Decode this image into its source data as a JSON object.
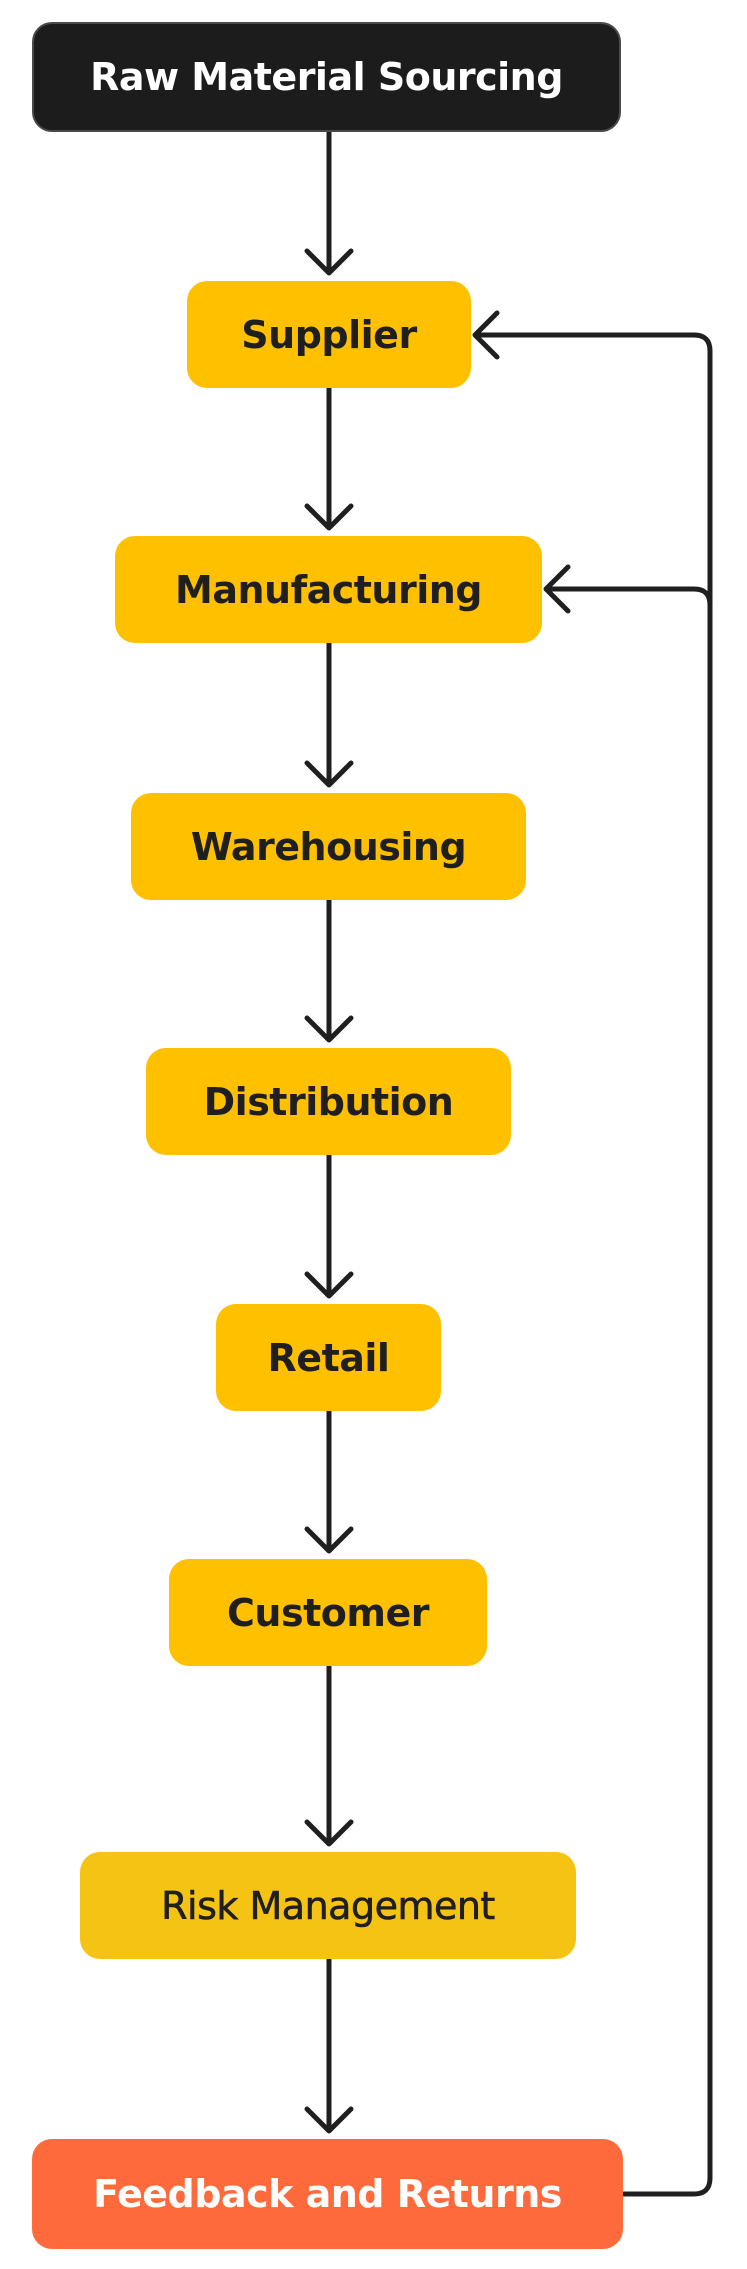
{
  "diagram": {
    "nodes": {
      "raw_material_sourcing": "Raw Material Sourcing",
      "supplier": "Supplier",
      "manufacturing": "Manufacturing",
      "warehousing": "Warehousing",
      "distribution": "Distribution",
      "retail": "Retail",
      "customer": "Customer",
      "risk_management": "Risk Management",
      "feedback_and_returns": "Feedback and Returns"
    },
    "edges": [
      [
        "raw_material_sourcing",
        "supplier"
      ],
      [
        "supplier",
        "manufacturing"
      ],
      [
        "manufacturing",
        "warehousing"
      ],
      [
        "warehousing",
        "distribution"
      ],
      [
        "distribution",
        "retail"
      ],
      [
        "retail",
        "customer"
      ],
      [
        "customer",
        "risk_management"
      ],
      [
        "risk_management",
        "feedback_and_returns"
      ],
      [
        "feedback_and_returns",
        "supplier"
      ],
      [
        "feedback_and_returns",
        "manufacturing"
      ]
    ],
    "colors": {
      "step": "#ffc000",
      "start": "#1c1c1c",
      "end": "#ff6a3d",
      "arrow": "#1f1f1f"
    }
  }
}
